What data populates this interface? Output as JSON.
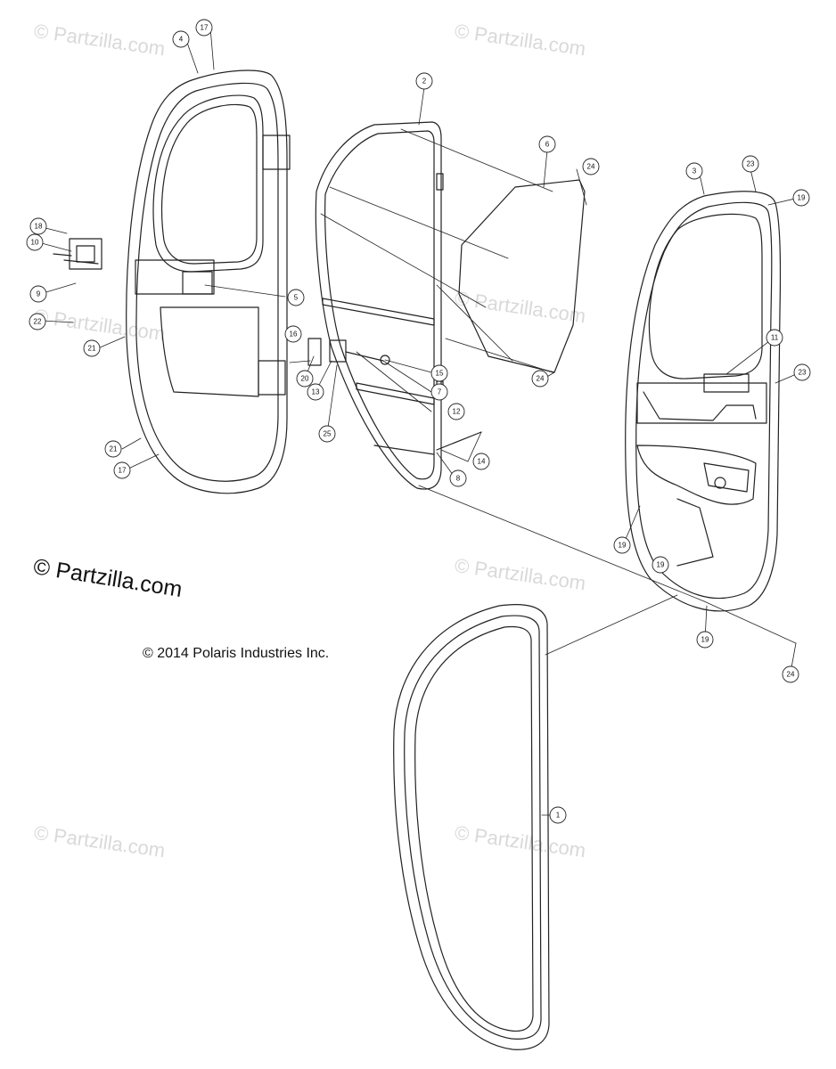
{
  "watermark": "© Partzilla.com",
  "copyright": "© 2014 Polaris Industries Inc.",
  "callouts": [
    "1",
    "2",
    "3",
    "4",
    "5",
    "6",
    "7",
    "8",
    "9",
    "10",
    "11",
    "12",
    "13",
    "14",
    "15",
    "16",
    "17",
    "18",
    "19",
    "20",
    "21",
    "22",
    "23",
    "24",
    "25"
  ],
  "colors": {
    "line": "#222222",
    "watermark": "#d9d9d9",
    "text": "#111111"
  }
}
